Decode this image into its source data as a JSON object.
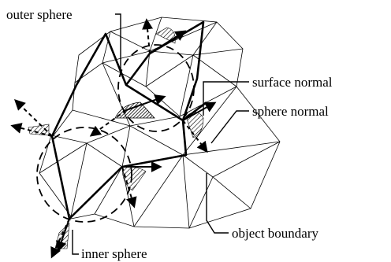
{
  "labels": {
    "outer_sphere": "outer sphere",
    "surface_normal": "surface normal",
    "sphere_normal": "sphere normal",
    "object_boundary": "object boundary",
    "inner_sphere": "inner sphere"
  }
}
